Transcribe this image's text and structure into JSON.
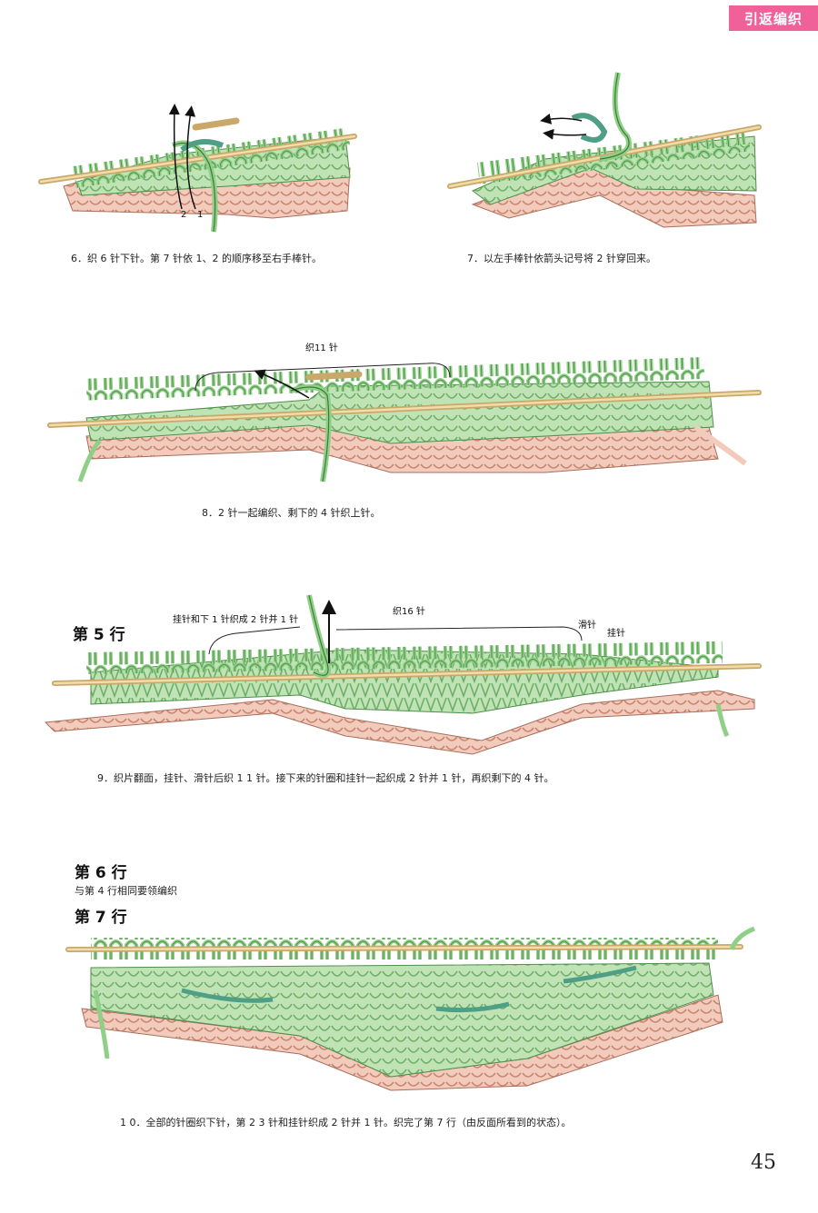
{
  "header": {
    "section_tag": "引返编织"
  },
  "figure6": {
    "caption": "6．织 6 针下针。第 7 针依 1、2 的顺序移至右手棒针。",
    "arrow_num_2": "2",
    "arrow_num_1": "1"
  },
  "figure7": {
    "caption": "7．以左手棒针依箭头记号将 2 针穿回来。"
  },
  "figure8": {
    "label_knit": "织11 针",
    "caption": "8．2 针一起编织、剩下的 4 针织上针。"
  },
  "row5": {
    "title": "第 5 行"
  },
  "figure9": {
    "label_yo": "挂针和下 1 针织成 2 针并 1 针",
    "label_knit": "织16 针",
    "label_slip": "滑针",
    "label_yarnover": "挂针",
    "caption": "9．织片翻面，挂针、滑针后织 1 1 针。接下来的针圈和挂针一起织成 2 针并 1 针，再织剩下的 4 针。"
  },
  "row6": {
    "title": "第 6 行",
    "subtitle": "与第 4 行相同要领编织"
  },
  "row7": {
    "title": "第 7 行"
  },
  "figure10": {
    "caption": "1 0．全部的针圈织下针，第 2 3 针和挂针织成 2 针并 1 针。织完了第 7 行（由反面所看到的状态）。"
  },
  "footer": {
    "page_number": "45"
  },
  "colors": {
    "tag": "#f0619a",
    "needle": "#e6c88c",
    "green": "#9fd39a",
    "dark_green": "#5aa985",
    "pink": "#e9b3a0"
  }
}
